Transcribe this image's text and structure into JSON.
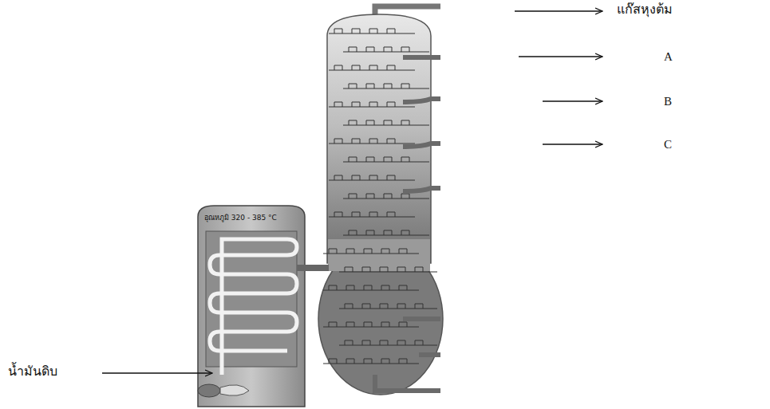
{
  "diagram": {
    "labels": [
      "แก๊สหุงต้ม",
      "A",
      "B",
      "C",
      "อุณหภูมิ 320 - 385 °C",
      "น้ำมันดิบ"
    ]
  }
}
